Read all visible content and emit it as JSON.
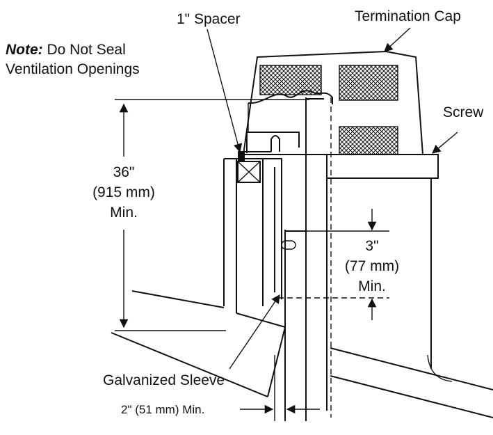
{
  "labels": {
    "spacer": "1\" Spacer",
    "termination_cap": "Termination Cap",
    "note_prefix": "Note:",
    "note_line1": " Do Not Seal",
    "note_line2": "Ventilation Openings",
    "screw": "Screw",
    "height_in": "36\"",
    "height_mm": "(915 mm)",
    "height_min": "Min.",
    "gap_in": "3\"",
    "gap_mm": "(77 mm)",
    "gap_min": "Min.",
    "sleeve": "Galvanized Sleeve",
    "clearance": "2\" (51 mm) Min."
  }
}
